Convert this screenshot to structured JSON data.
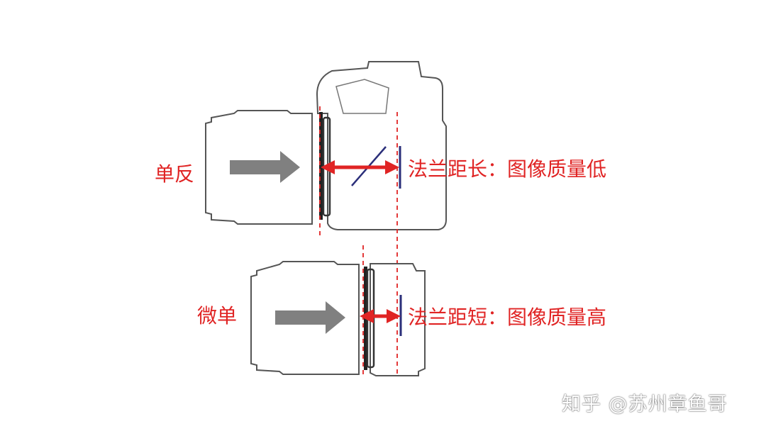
{
  "slr": {
    "label": "单反",
    "caption": "法兰距长：图像质量低"
  },
  "mirrorless": {
    "label": "微单",
    "caption": "法兰距短：图像质量高"
  },
  "watermark": "知乎 @苏州章鱼哥",
  "colors": {
    "accent": "#e02424",
    "outline": "#555555",
    "sensor": "#2b2f7a",
    "arrow_gray": "#808080"
  }
}
